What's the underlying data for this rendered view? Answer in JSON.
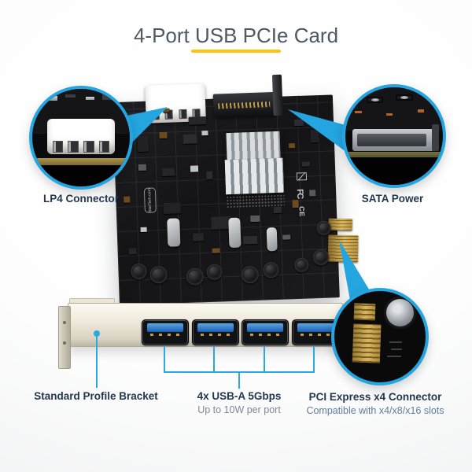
{
  "title": {
    "text": "4-Port USB PCIe Card"
  },
  "callouts": {
    "lp4": {
      "label": "LP4 Connector"
    },
    "sata": {
      "label": "SATA Power"
    },
    "pcie": {
      "label": "PCI Express x4 Connector",
      "sublabel": "Compatible with x4/x8/x16 slots"
    }
  },
  "annotations": {
    "bracket": {
      "label": "Standard Profile Bracket"
    },
    "usb": {
      "label": "4x USB-A 5Gbps",
      "sublabel": "Up to 10W per port"
    }
  },
  "card": {
    "brand_badge": "StarTech.com",
    "marks": {
      "fcc": "FC",
      "ce": "CE"
    },
    "port_count": 4
  },
  "icons": [
    "magnifier-circle-callout",
    "pointer-wedge",
    "fcc-mark",
    "ce-mark",
    "weee-mark"
  ],
  "colors": {
    "accent_blue": "#24A5DF",
    "underline_yellow": "#FFC20E",
    "title_gray": "#4D5965",
    "label_navy": "#24374E",
    "sublabel_gray": "#7B8798",
    "sublabel_blue": "#5F7D9C",
    "pcb_black": "#151517",
    "bracket_beige": "#E8E3D4",
    "usb_blue": "#2B72C4",
    "gold": "#D0AC55"
  }
}
